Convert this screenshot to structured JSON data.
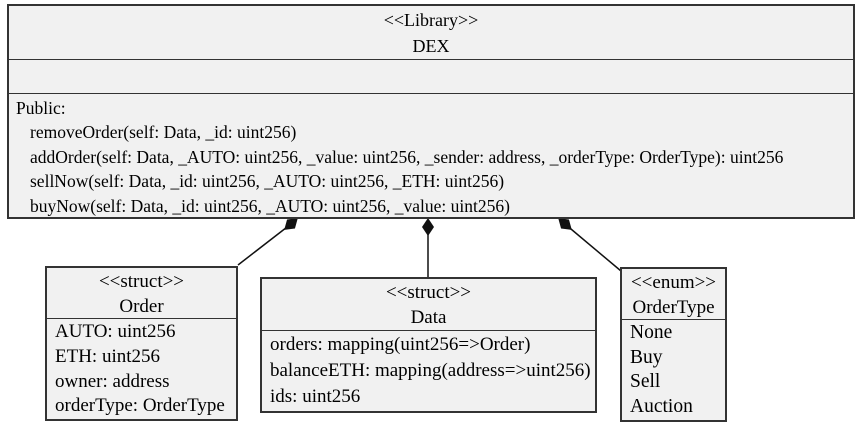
{
  "diagram": {
    "dex": {
      "stereotype": "<<Library>>",
      "name": "DEX",
      "attributes": [],
      "visibility_label": "Public:",
      "methods": [
        "removeOrder(self: Data, _id: uint256)",
        "addOrder(self: Data, _AUTO: uint256, _value: uint256, _sender: address, _orderType: OrderType): uint256",
        "sellNow(self: Data, _id: uint256, _AUTO: uint256, _ETH: uint256)",
        "buyNow(self: Data, _id: uint256, _AUTO: uint256, _value: uint256)"
      ]
    },
    "order": {
      "stereotype": "<<struct>>",
      "name": "Order",
      "attributes": [
        "AUTO: uint256",
        "ETH: uint256",
        "owner: address",
        "orderType: OrderType"
      ]
    },
    "data_struct": {
      "stereotype": "<<struct>>",
      "name": "Data",
      "attributes": [
        "orders: mapping(uint256=>Order)",
        "balanceETH: mapping(address=>uint256)",
        "ids: uint256"
      ]
    },
    "order_type": {
      "stereotype": "<<enum>>",
      "name": "OrderType",
      "values": [
        "None",
        "Buy",
        "Sell",
        "Auction"
      ]
    },
    "relationships": [
      {
        "from": "DEX",
        "to": "Order",
        "type": "composition"
      },
      {
        "from": "DEX",
        "to": "Data",
        "type": "composition"
      },
      {
        "from": "DEX",
        "to": "OrderType",
        "type": "composition"
      }
    ],
    "colors": {
      "box_fill": "#f1f1f1",
      "border": "#333333",
      "connector": "#111111",
      "background": "#ffffff"
    }
  }
}
